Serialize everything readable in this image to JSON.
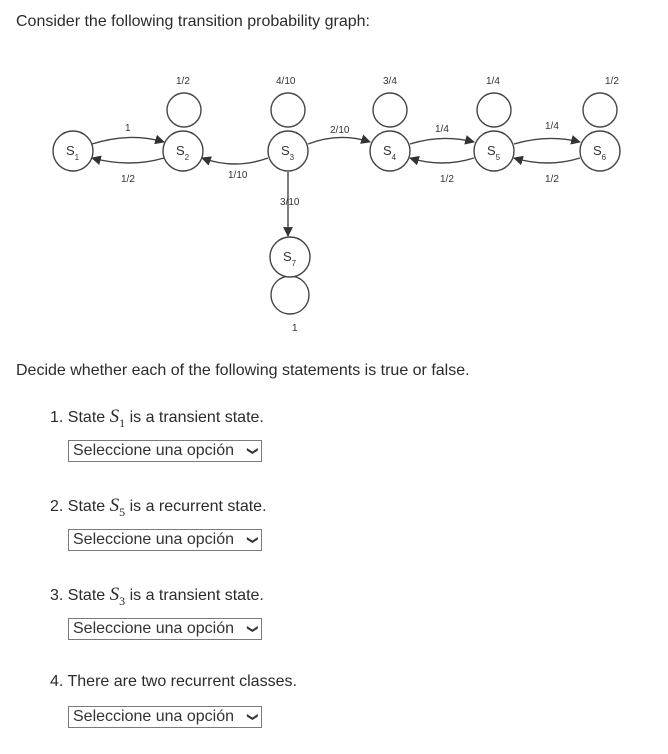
{
  "intro": "Consider the following transition probability graph:",
  "graph": {
    "states": [
      {
        "id": "s1",
        "letter": "S",
        "sub": "1"
      },
      {
        "id": "s2",
        "letter": "S",
        "sub": "2"
      },
      {
        "id": "s3",
        "letter": "S",
        "sub": "3"
      },
      {
        "id": "s4",
        "letter": "S",
        "sub": "4"
      },
      {
        "id": "s5",
        "letter": "S",
        "sub": "5"
      },
      {
        "id": "s6",
        "letter": "S",
        "sub": "6"
      },
      {
        "id": "s7",
        "letter": "S",
        "sub": "7"
      }
    ],
    "edge_labels": {
      "s1_s2": "1",
      "s2_s1": "1/2",
      "s2_loop": "1/2",
      "s3_s2": "1/10",
      "s3_loop": "4/10",
      "s3_s4": "2/10",
      "s3_s7": "3/10",
      "s4_loop": "3/4",
      "s4_s5": "1/4",
      "s5_s4": "1/2",
      "s5_loop": "1/4",
      "s5_s6": "1/4",
      "s6_s5": "1/2",
      "s6_loop": "1/2",
      "s7_loop": "1"
    }
  },
  "decide": "Decide whether each of the following statements is true or false.",
  "questions": [
    {
      "num": "1.",
      "pre": "State",
      "var": "S",
      "sub": "1",
      "post": "is a transient state.",
      "select": "Seleccione una opción"
    },
    {
      "num": "2.",
      "pre": "State",
      "var": "S",
      "sub": "5",
      "post": "is a recurrent state.",
      "select": "Seleccione una opción"
    },
    {
      "num": "3.",
      "pre": "State",
      "var": "S",
      "sub": "3",
      "post": "is a transient state.",
      "select": "Seleccione una opción"
    },
    {
      "num": "4.",
      "text": "There are two recurrent classes.",
      "select": "Seleccione una opción"
    }
  ]
}
